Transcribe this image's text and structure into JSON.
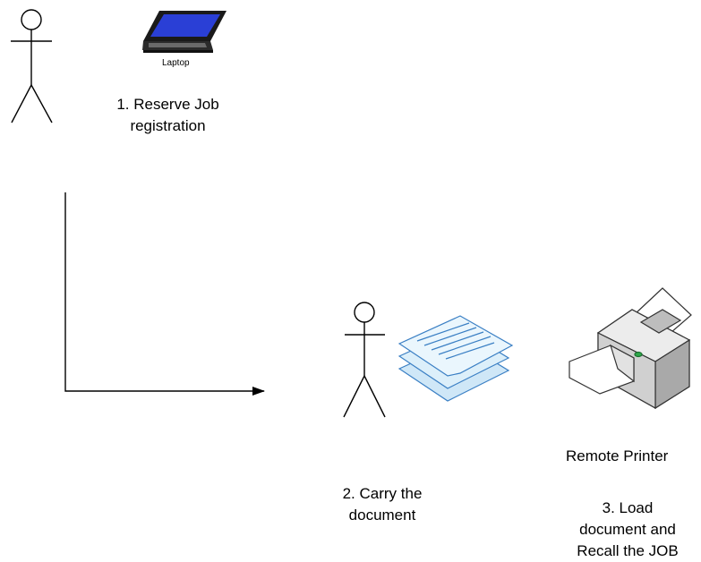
{
  "laptop": {
    "label": "Laptop"
  },
  "steps": {
    "step1": {
      "line1": "1. Reserve Job",
      "line2": "registration"
    },
    "step2": {
      "line1": "2. Carry the",
      "line2": "document"
    },
    "step3": {
      "line1": "3. Load",
      "line2": "document and",
      "line3": "Recall the JOB"
    }
  },
  "printer": {
    "label": "Remote Printer"
  },
  "icons": [
    "stick-figure-icon",
    "laptop-icon",
    "document-stack-icon",
    "printer-icon",
    "arrow-icon"
  ],
  "colors": {
    "laptop_screen": "#2a3fd6",
    "document_fill": "#cfe7f7",
    "document_stroke": "#3a7fc4",
    "printer_body": "#d9d9d9",
    "printer_light": "#2ea84a"
  }
}
